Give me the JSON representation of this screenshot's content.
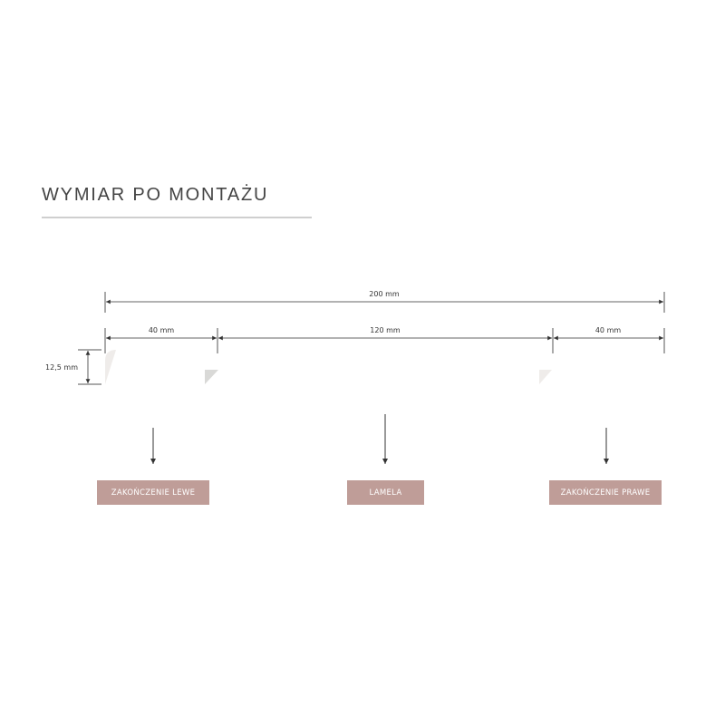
{
  "title": "WYMIAR PO MONTAŻU",
  "dimensions": {
    "total": "200 mm",
    "left_end": "40 mm",
    "middle": "120 mm",
    "right_end": "40 mm",
    "height": "12,5 mm"
  },
  "labels": {
    "left": "ZAKOŃCZENIE LEWE",
    "middle": "LAMELA",
    "right": "ZAKOŃCZENIE PRAWE"
  },
  "colors": {
    "end_piece": "#efecea",
    "lamela": "#d9d9d7",
    "label_bg": "#bf9d98",
    "rule": "#cfcfcf"
  }
}
